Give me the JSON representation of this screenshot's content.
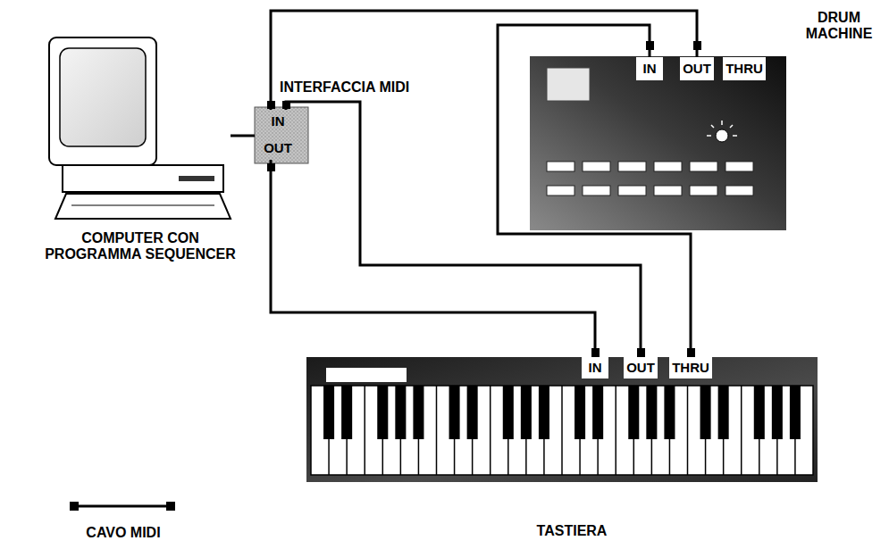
{
  "diagram": {
    "nodes": [
      {
        "text": [
          "DRUM MACHINE"
        ]
      },
      {
        "text": [
          "IN"
        ],
        "in": 0
      },
      {
        "text": [
          "OUT"
        ],
        "in": 0
      },
      {
        "text": [
          "THRU"
        ],
        "in": 0
      },
      {
        "text": [
          "INTERFACCIA MIDI"
        ]
      },
      {
        "text": [
          "IN"
        ],
        "in": 4
      },
      {
        "text": [
          "OUT"
        ],
        "in": 4
      },
      {
        "text": [
          "COMPUTER CON PROGRAMMA SEQUENCER"
        ]
      },
      {
        "text": [
          "TASTIERA"
        ]
      },
      {
        "text": [
          "IN"
        ],
        "in": 8
      },
      {
        "text": [
          "OUT"
        ],
        "in": 8
      },
      {
        "text": [
          "THRU"
        ],
        "in": 8
      }
    ],
    "edges": [
      {
        "from": 2,
        "to": 5,
        "arrow": "none"
      },
      {
        "from": 10,
        "to": 5,
        "arrow": "none"
      },
      {
        "from": 6,
        "to": 9,
        "arrow": "none"
      },
      {
        "from": 11,
        "to": 1,
        "arrow": "none"
      },
      {
        "from": 7,
        "to": 4,
        "arrow": "none"
      }
    ],
    "legend": [
      {
        "text": "CAVO MIDI"
      }
    ]
  }
}
